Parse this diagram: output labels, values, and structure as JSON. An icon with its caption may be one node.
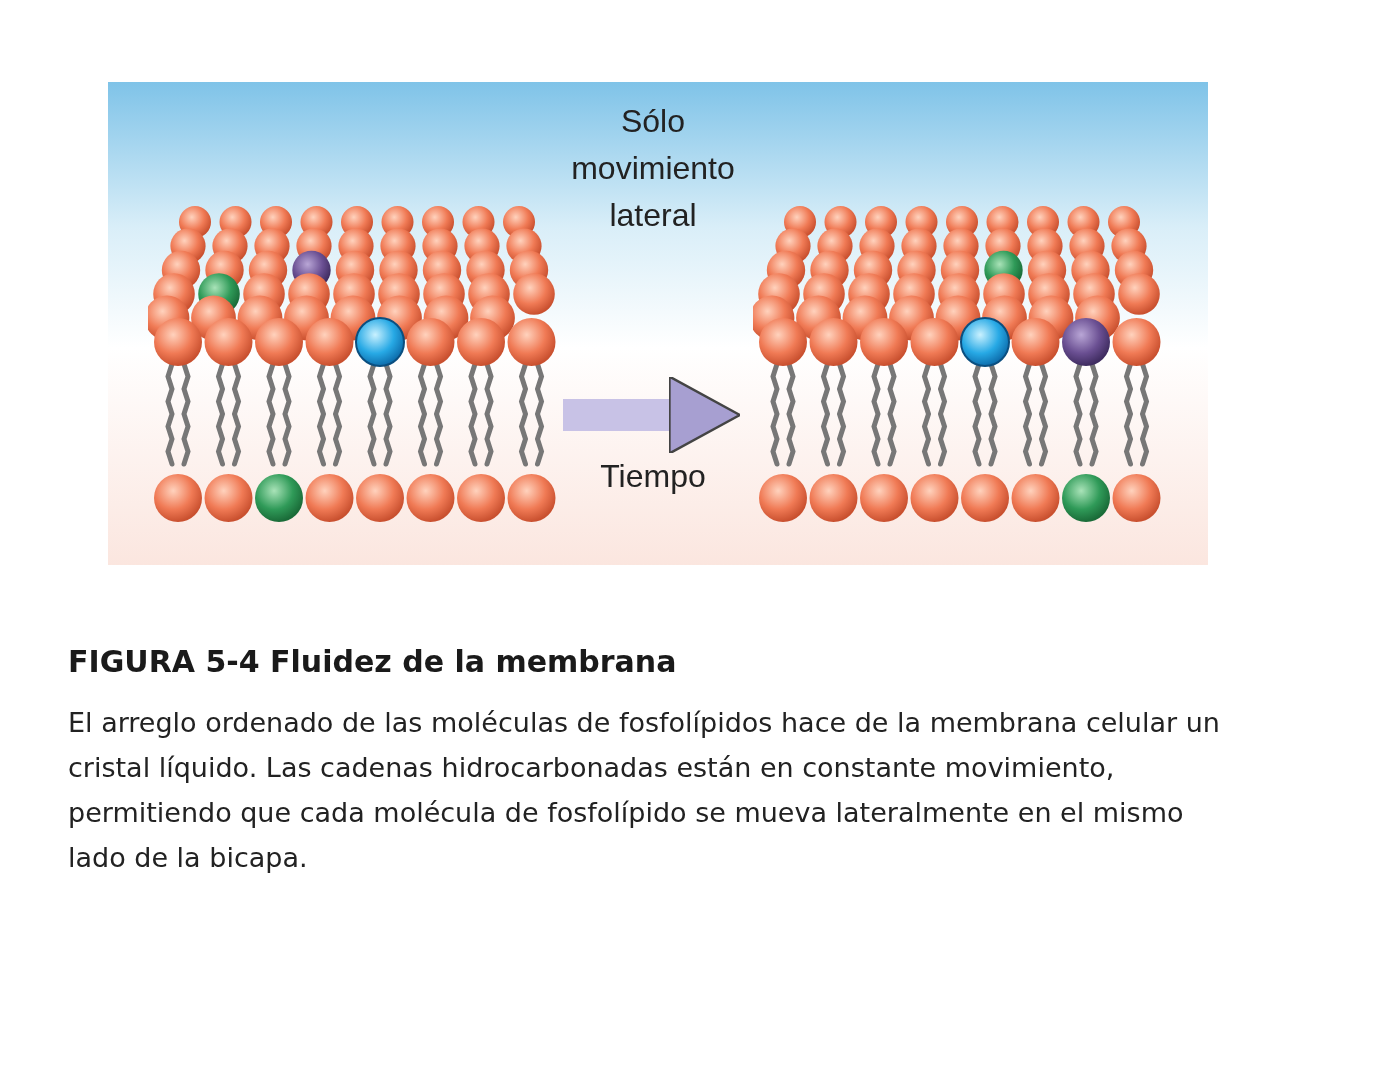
{
  "diagram": {
    "title": "FIGURA 5-4 Fluidez de la membrana",
    "caption": "El arreglo ordenado de las moléculas de fosfolípidos hace de la membrana celular un cristal líquido. Las cadenas hidrocarbonadas están en constante movimiento, permitiendo que cada molécula de fosfolípido se mueva lateralmente en el mismo lado de la bicapa.",
    "nodes": [
      {
        "text": [],
        "shape": "picture"
      },
      {
        "text": [],
        "shape": "picture"
      }
    ],
    "edges": [
      {
        "from": 0,
        "to": 1,
        "arrow": "to",
        "label": "Tiempo"
      }
    ],
    "labels": [
      "Sólo movimiento lateral"
    ]
  }
}
